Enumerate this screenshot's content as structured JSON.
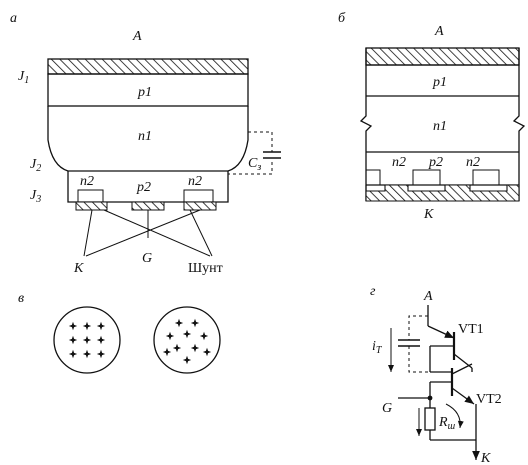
{
  "panels": {
    "a": {
      "tag": "а",
      "anode": "A",
      "j1": "J",
      "j1_sub": "1",
      "j2": "J",
      "j2_sub": "2",
      "j3": "J",
      "j3_sub": "3",
      "p1": "p1",
      "n1": "n1",
      "p2": "p2",
      "n2_left": "n2",
      "n2_right": "n2",
      "cap": "C",
      "cap_sub": "з",
      "k": "K",
      "g": "G",
      "shunt": "Шунт"
    },
    "b": {
      "tag": "б",
      "anode": "A",
      "p1": "p1",
      "n1": "n1",
      "n2_1": "n2",
      "p2": "p2",
      "n2_2": "n2",
      "k": "K"
    },
    "v": {
      "tag": "в"
    },
    "g": {
      "tag": "г",
      "anode": "A",
      "it": "i",
      "it_sub": "T",
      "vt1": "VT1",
      "vt2": "VT2",
      "gate": "G",
      "r": "R",
      "r_sub": "ш",
      "k": "K"
    }
  },
  "colors": {
    "ink": "#111111",
    "paper": "#ffffff"
  }
}
